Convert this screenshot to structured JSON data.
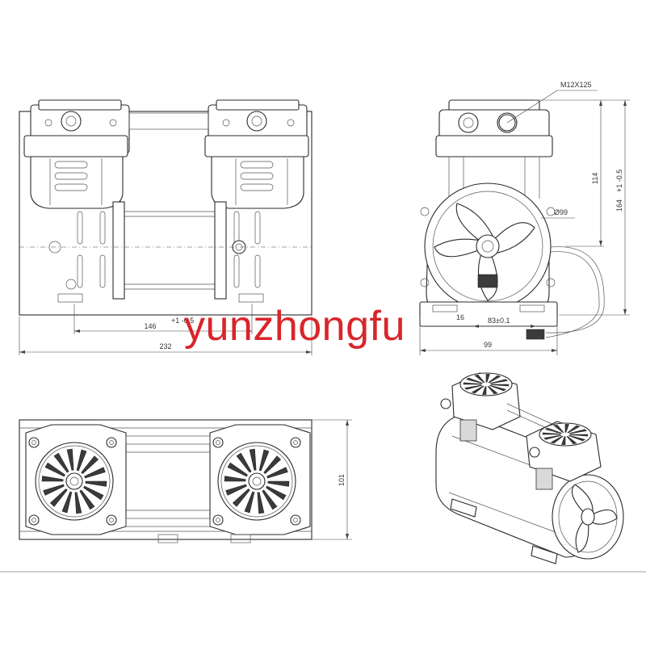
{
  "watermark": "yunzhongfu",
  "dimensions": {
    "thread": "M12X125",
    "height_114": "114",
    "height_164": "164",
    "height_164_tol": "+1\n-0.5",
    "fan_diameter": "Ø99",
    "mount_spacing": "146",
    "mount_spacing_tol": "+1\n-0.5",
    "overall_length": "232",
    "base_offset": "16",
    "mount_width": "83±0.1",
    "overall_width": "99",
    "depth": "101"
  },
  "colors": {
    "watermark": "#d8262b",
    "line": "#2a2a2a"
  }
}
